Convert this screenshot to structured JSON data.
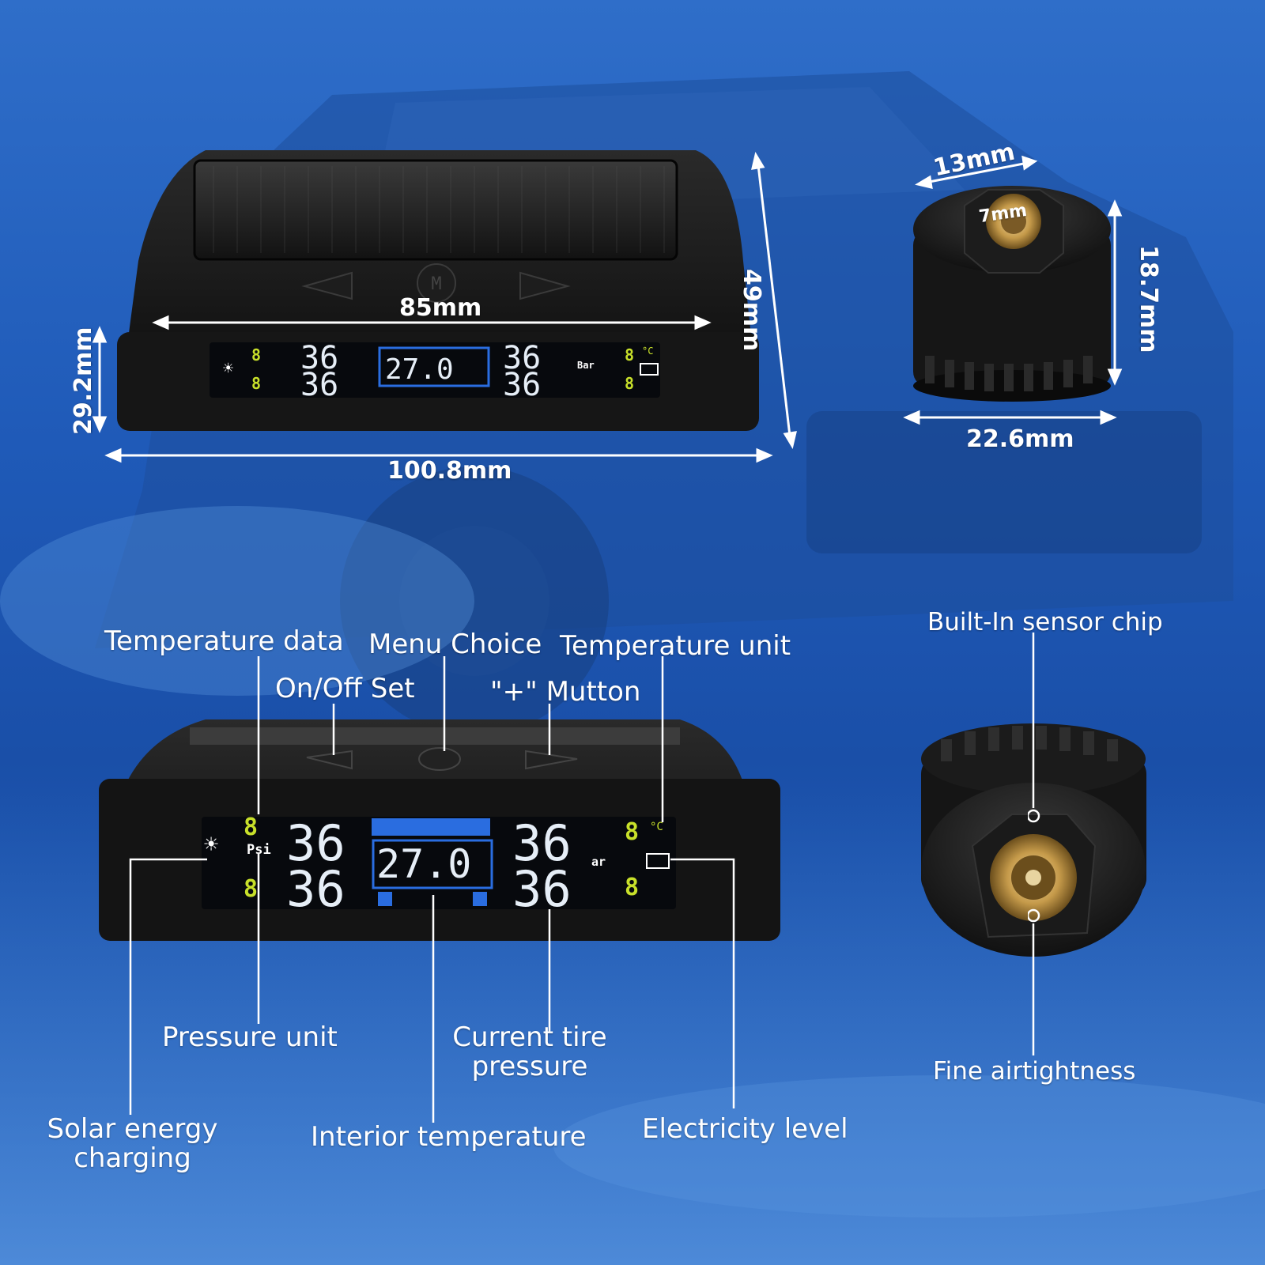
{
  "dimensions": {
    "top_width": "85mm",
    "height": "49mm",
    "screen_height": "29.2mm",
    "total_width": "100.8mm",
    "sensor_top": "13mm",
    "sensor_thread": "7mm",
    "sensor_height": "18.7mm",
    "sensor_diameter": "22.6mm"
  },
  "display": {
    "pressure_top_left": "36",
    "pressure_top_right": "36",
    "pressure_bottom_left": "36",
    "pressure_bottom_right": "36",
    "center_temp": "27.0",
    "unit_bar": "Bar",
    "unit_psi": "Psi",
    "unit_ar": "ar",
    "temp_digit": "8",
    "celsius": "°C",
    "menu_button_glyph": "M"
  },
  "callouts": {
    "temperature_data": "Temperature data",
    "menu_choice": "Menu Choice",
    "temperature_unit": "Temperature unit",
    "on_off_set": "On/Off Set",
    "plus_button": "\"+\" Mutton",
    "pressure_unit": "Pressure unit",
    "current_tire_pressure_1": "Current tire",
    "current_tire_pressure_2": "pressure",
    "solar_1": "Solar energy",
    "solar_2": "charging",
    "interior_temperature": "Interior temperature",
    "electricity_level": "Electricity level",
    "built_in_chip": "Built-In sensor chip",
    "fine_airtightness": "Fine airtightness"
  },
  "colors": {
    "accent_green": "#c8e02a",
    "lcd_blue": "#2a6de0",
    "lcd_bg": "#07090d",
    "device_black": "#141414",
    "brass": "#c59a4a"
  }
}
